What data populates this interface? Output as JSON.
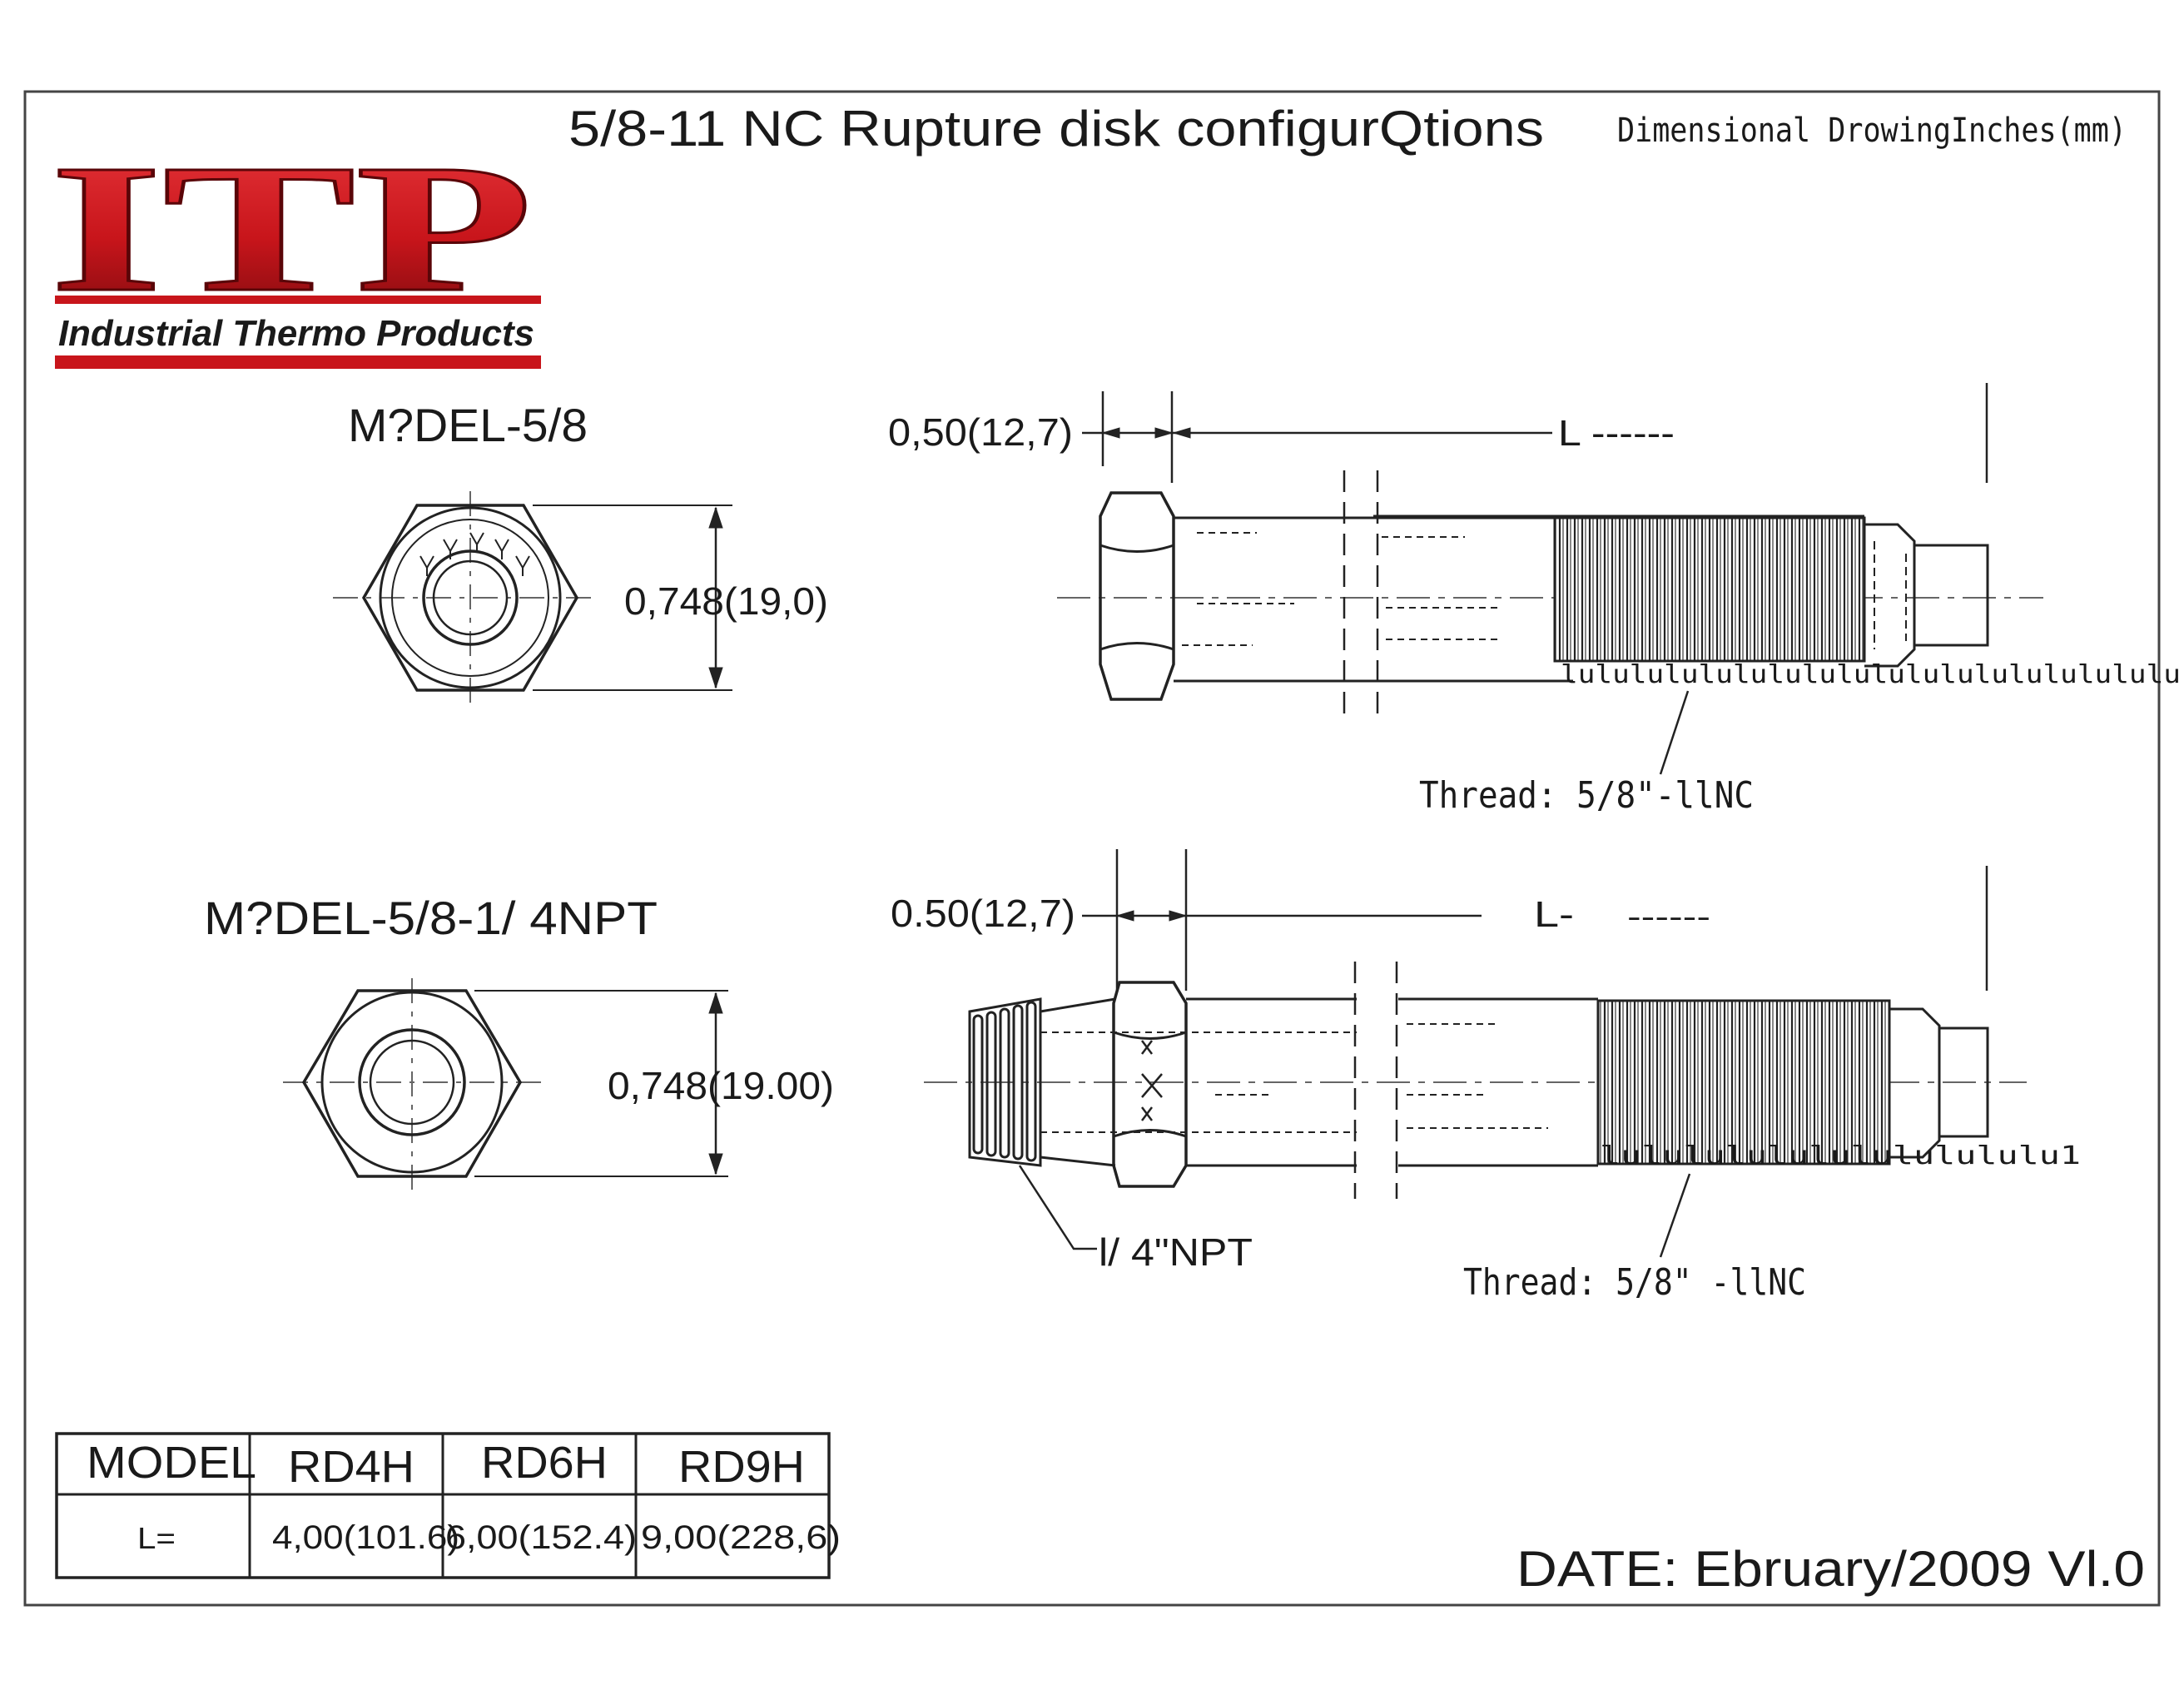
{
  "header": {
    "title": "5/8-11  NC Rupture  disk  configurQtions",
    "subtitle": "Dimensional  DrowingInches(mm)"
  },
  "logo": {
    "letters": "ITP",
    "company": "Industrial Thermo Products",
    "brand_color": "#c8151b"
  },
  "model_a": {
    "name": "M?DEL-5/8",
    "hex_dim": "0,748(19,0)",
    "flat_dim": "0,50(12,7)",
    "length_dim": "L ------",
    "thread_label": "Thread: 5/8\"-llNC",
    "thread_pattern": "lulululululululululululululululululu"
  },
  "model_b": {
    "name": "M?DEL-5/8-1/  4NPT",
    "hex_dim": "0,748(19.00)",
    "flat_dim": "0.50(12,7)",
    "length_dim": "L-",
    "length_dash": "------",
    "thread_label": "Thread: 5/8\" -llNC",
    "npt_label": "l/ 4\"NPT",
    "thread_pattern": "lululululululululululu1"
  },
  "table": {
    "headers": [
      "MODEL",
      "RD4H",
      "RD6H",
      "RD9H"
    ],
    "row_label": "L=",
    "values": [
      "4,00(101.6)",
      "6,00(152.4)",
      "9,00(228,6)"
    ]
  },
  "footer": {
    "date": "DATE:  Ebruary/2009  Vl.0"
  }
}
